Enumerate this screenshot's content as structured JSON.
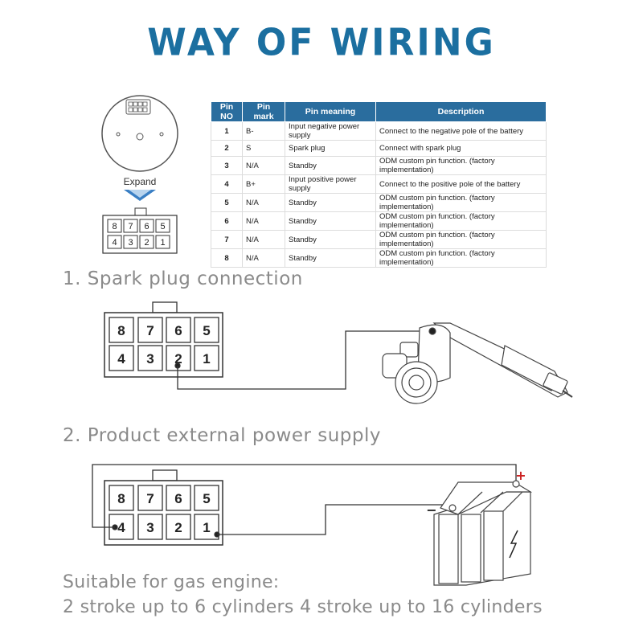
{
  "title": "WAY OF WIRING",
  "expand_label": "Expand",
  "table": {
    "headers": [
      "Pin NO",
      "Pin mark",
      "Pin meaning",
      "Description"
    ],
    "rows": [
      {
        "no": "1",
        "mark": "B-",
        "meaning": "Input negative power supply",
        "desc": "Connect to the negative pole of the battery"
      },
      {
        "no": "2",
        "mark": "S",
        "meaning": "Spark plug",
        "desc": "Connect with spark plug"
      },
      {
        "no": "3",
        "mark": "N/A",
        "meaning": "Standby",
        "desc": "ODM custom pin function. (factory implementation)"
      },
      {
        "no": "4",
        "mark": "B+",
        "meaning": "Input positive power supply",
        "desc": "Connect to the positive pole of the battery"
      },
      {
        "no": "5",
        "mark": "N/A",
        "meaning": "Standby",
        "desc": "ODM custom pin function. (factory implementation)"
      },
      {
        "no": "6",
        "mark": "N/A",
        "meaning": "Standby",
        "desc": "ODM custom pin function. (factory implementation)"
      },
      {
        "no": "7",
        "mark": "N/A",
        "meaning": "Standby",
        "desc": "ODM custom pin function. (factory implementation)"
      },
      {
        "no": "8",
        "mark": "N/A",
        "meaning": "Standby",
        "desc": "ODM custom pin function. (factory implementation)"
      }
    ]
  },
  "connector": {
    "top_row": [
      "8",
      "7",
      "6",
      "5"
    ],
    "bottom_row": [
      "4",
      "3",
      "2",
      "1"
    ]
  },
  "section1": "1. Spark plug connection",
  "section2": "2. Product external power supply",
  "battery": {
    "plus": "+",
    "minus": "−"
  },
  "footer": {
    "line1": "Suitable for gas engine:",
    "line2": "2 stroke up to 6 cylinders 4 stroke up to 16 cylinders"
  },
  "colors": {
    "title": "#1b6fa0",
    "table_header": "#2a6d9e",
    "plus": "#cc2222",
    "text_gray": "#8a8a8a"
  }
}
